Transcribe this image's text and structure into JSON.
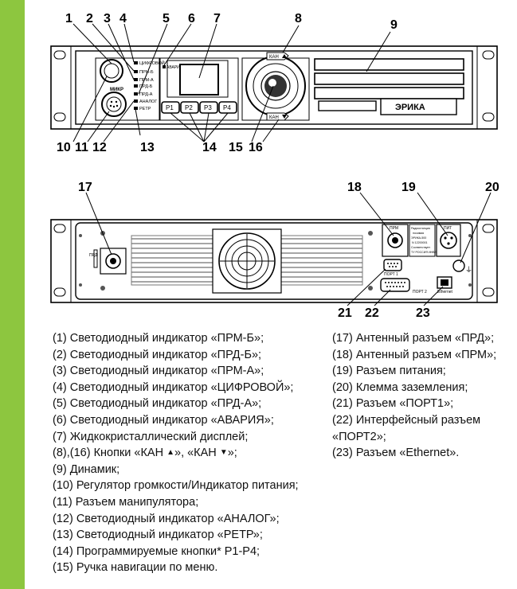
{
  "colors": {
    "accent_bar": "#8dc63f"
  },
  "callouts_front": [
    "1",
    "2",
    "3",
    "4",
    "5",
    "6",
    "7",
    "8",
    "9",
    "10",
    "11",
    "12",
    "13",
    "14",
    "15",
    "16"
  ],
  "callouts_rear": [
    "17",
    "18",
    "19",
    "20",
    "21",
    "22",
    "23"
  ],
  "front_panel": {
    "led_labels": [
      "ЦИФРОВОЙ",
      "ПРМ-Б",
      "ПРМ-А",
      "ПРД-Б",
      "ПРД-А",
      "АНАЛОГ",
      "РЕТР"
    ],
    "alarm_label": "АВАРИЯ",
    "mic_label": "МИКР",
    "buttons": [
      "P1",
      "P2",
      "P3",
      "P4"
    ],
    "kan_up": "КАН",
    "kan_down": "КАН",
    "brand": "ЭРИКА"
  },
  "rear_panel": {
    "prd_label": "ПРД",
    "prm_label": "ПРМ",
    "power_label": "ПИТ",
    "port1_label": "ПОРТ 1",
    "port2_label": "ПОРТ 2",
    "ethernet_label": "Ethernet",
    "plate_lines": [
      "Радиостанция",
      "носимая",
      "ЭРИКА-500",
      "N 12200001",
      "Соответствует",
      "ТУ РОССИЯ ИНВЕК"
    ]
  },
  "legend_left": [
    "(1) Светодиодный индикатор «ПРМ-Б»;",
    "(2) Светодиодный индикатор «ПРД-Б»;",
    "(3) Светодиодный индикатор «ПРМ-А»;",
    "(4) Светодиодный индикатор «ЦИФРОВОЙ»;",
    "(5) Светодиодный индикатор «ПРД-А»;",
    "(6) Светодиодный индикатор «АВАРИЯ»;",
    "(7) Жидкокристаллический дисплей;",
    {
      "before": "(8),(16) Кнопки «КАН ",
      "mid": "», «КАН ",
      "after": "»;"
    },
    "(9) Динамик;",
    "(10) Регулятор громкости/Индикатор питания;",
    "(11) Разъем манипулятора;",
    "(12) Светодиодный индикатор «АНАЛОГ»;",
    "(13) Светодиодный индикатор «РЕТР»;",
    "(14) Программируемые кнопки* Р1-Р4;",
    "(15) Ручка навигации по меню."
  ],
  "legend_right": [
    "(17) Антенный разъем «ПРД»;",
    "(18) Антенный разъем «ПРМ»;",
    "(19) Разъем  питания;",
    "(20) Клемма заземления;",
    "(21) Разъем «ПОРТ1»;",
    "(22) Интерфейсный разъем «ПОРТ2»;",
    "(23) Разъем «Ethernet»."
  ]
}
